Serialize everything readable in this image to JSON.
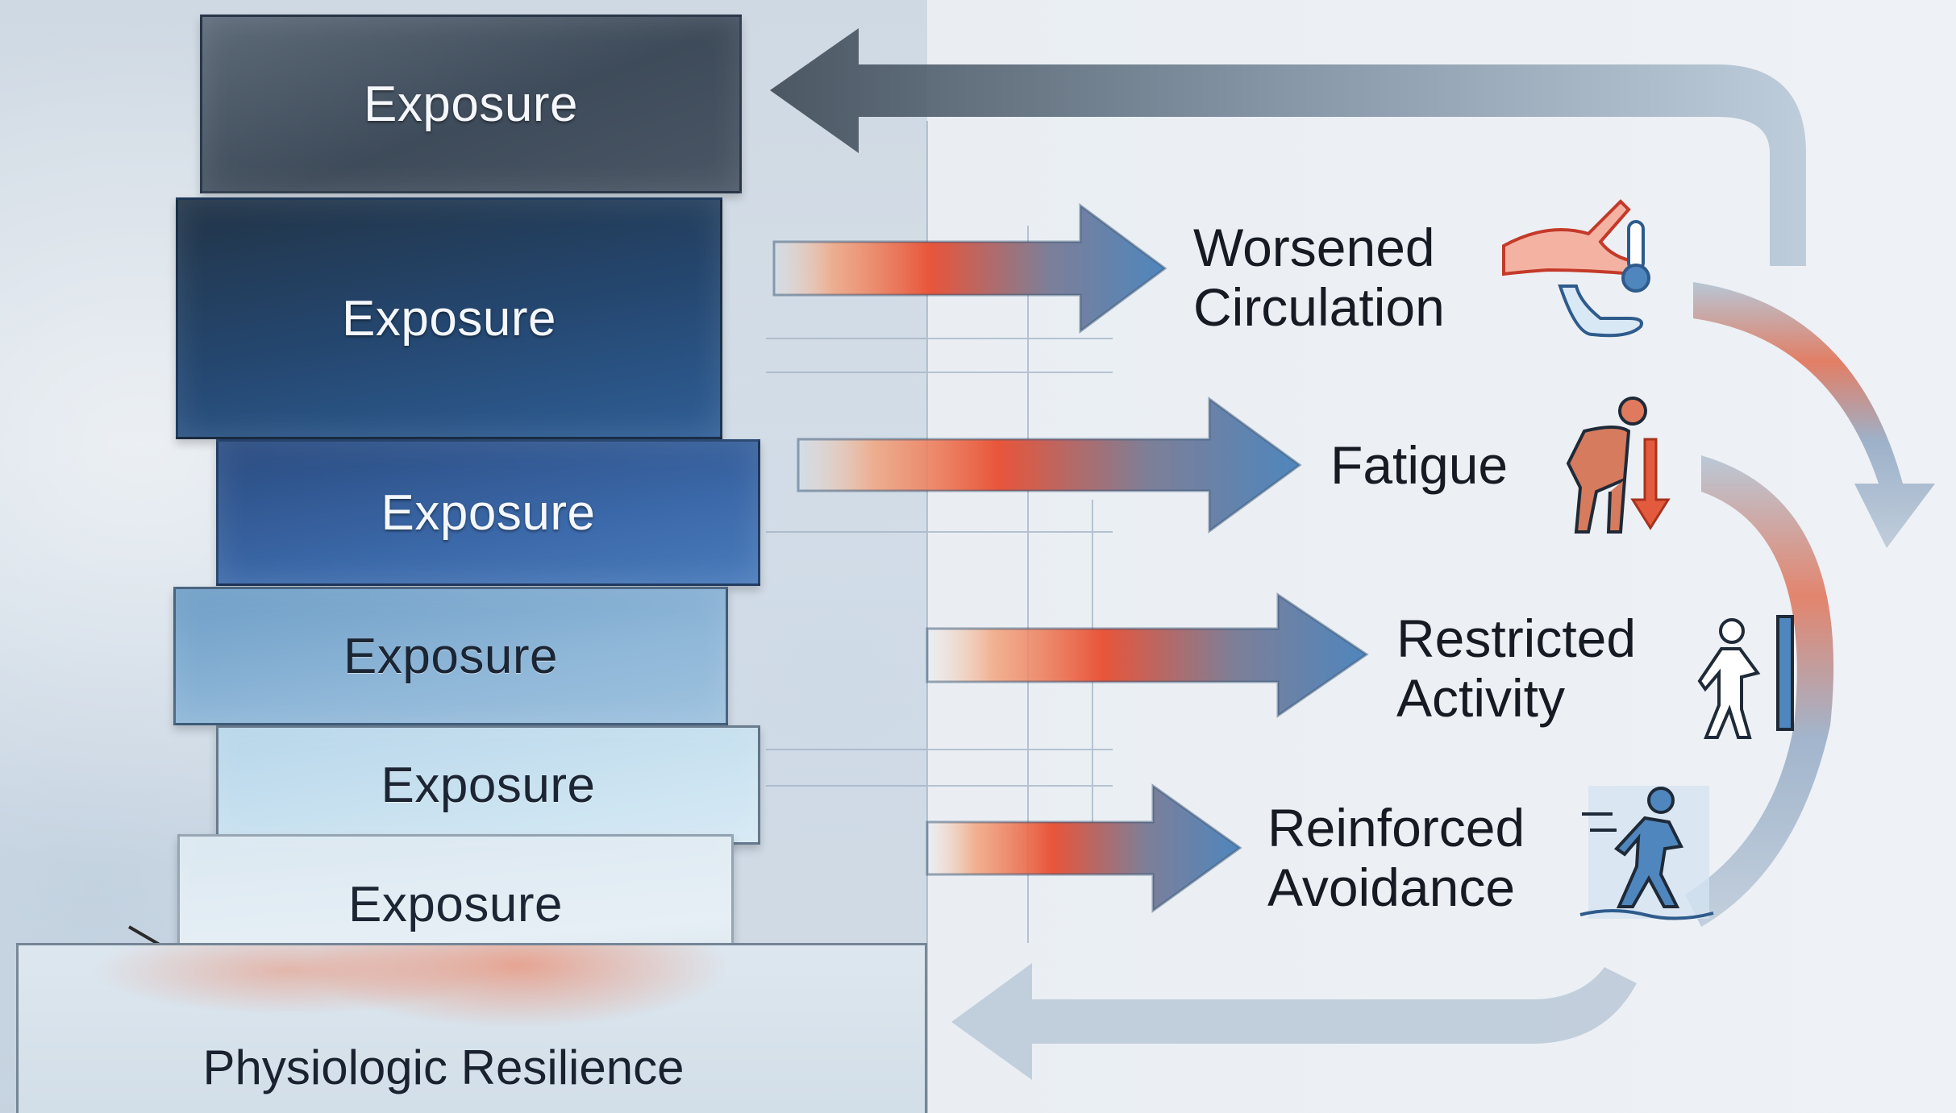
{
  "stack": {
    "blocks": [
      {
        "label": "Exposure"
      },
      {
        "label": "Exposure"
      },
      {
        "label": "Exposure"
      },
      {
        "label": "Exposure"
      },
      {
        "label": "Exposure"
      },
      {
        "label": "Exposure"
      }
    ],
    "base_label": "Physiologic Resilience"
  },
  "effects": [
    {
      "line1": "Worsened",
      "line2": "Circulation",
      "icon": "circulation-cold-foot-icon"
    },
    {
      "line1": "Fatigue",
      "line2": "",
      "icon": "fatigued-person-down-arrow-icon"
    },
    {
      "line1": "Restricted",
      "line2": "Activity",
      "icon": "person-blocked-by-wall-icon"
    },
    {
      "line1": "Reinforced",
      "line2": "Avoidance",
      "icon": "person-walking-in-snow-icon"
    }
  ],
  "colors": {
    "warm": "#e8553a",
    "cool": "#4f86bd",
    "dark_arrow": "#46525e",
    "text": "#161a22"
  }
}
